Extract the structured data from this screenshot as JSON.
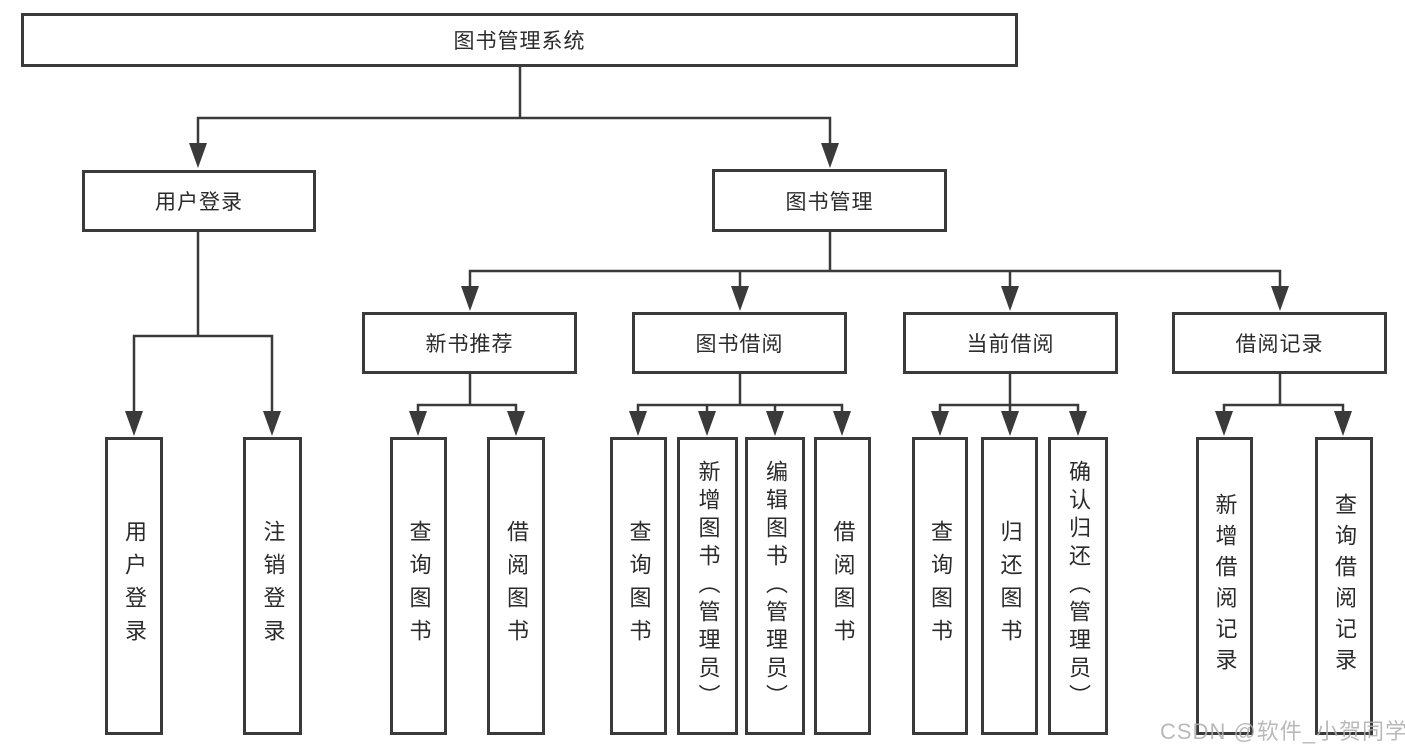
{
  "colors": {
    "line": "#3a3a3a",
    "text": "#2b2b2b",
    "background": "#ffffff",
    "watermark": "#b0b0b0"
  },
  "nodes": {
    "root": "图书管理系统",
    "user_login": "用户登录",
    "book_mgmt": "图书管理",
    "new_book_rec": "新书推荐",
    "book_borrow": "图书借阅",
    "current_borrow": "当前借阅",
    "borrow_records": "借阅记录",
    "ul_leaf1": "用户登录",
    "ul_leaf2": "注销登录",
    "nb_leaf1": "查询图书",
    "nb_leaf2": "借阅图书",
    "bb_leaf1": "查询图书",
    "bb_leaf2": "新增图书（管理员）",
    "bb_leaf3": "编辑图书（管理员）",
    "bb_leaf4": "借阅图书",
    "cb_leaf1": "查询图书",
    "cb_leaf2": "归还图书",
    "cb_leaf3": "确认归还（管理员）",
    "rc_leaf1": "新增借阅记录",
    "rc_leaf2": "查询借阅记录"
  },
  "watermark": {
    "text": "CSDN @软件_小贺同学"
  }
}
